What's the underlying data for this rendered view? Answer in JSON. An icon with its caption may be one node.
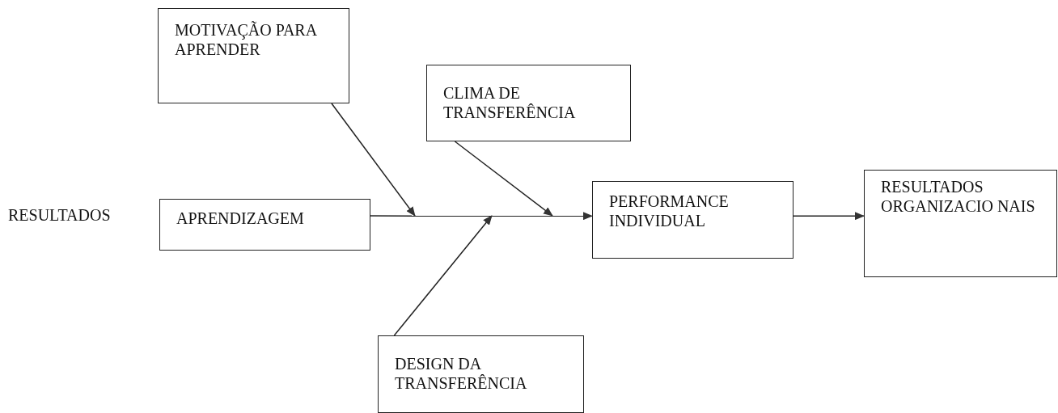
{
  "diagram": {
    "nodes": [
      {
        "text": [
          "MOTIVAÇÃO PARA APRENDER"
        ]
      },
      {
        "text": [
          "CLIMA DE TRANSFERÊNCIA"
        ]
      },
      {
        "text": [
          "APRENDIZAGEM"
        ]
      },
      {
        "text": [
          "PERFORMANCE INDIVIDUAL"
        ]
      },
      {
        "text": [
          "RESULTADOS ORGANIZACIO NAIS"
        ]
      },
      {
        "text": [
          "DESIGN DA TRANSFERÊNCIA"
        ]
      }
    ],
    "edges": [
      {
        "from": 2,
        "to": 3,
        "arrow": "to"
      },
      {
        "from": 0,
        "to": null,
        "arrow": "to"
      },
      {
        "from": 1,
        "to": null,
        "arrow": "to"
      },
      {
        "from": 5,
        "to": null,
        "arrow": "to"
      },
      {
        "from": 3,
        "to": 4,
        "arrow": "to"
      }
    ],
    "labels": [
      "RESULTADOS"
    ]
  }
}
